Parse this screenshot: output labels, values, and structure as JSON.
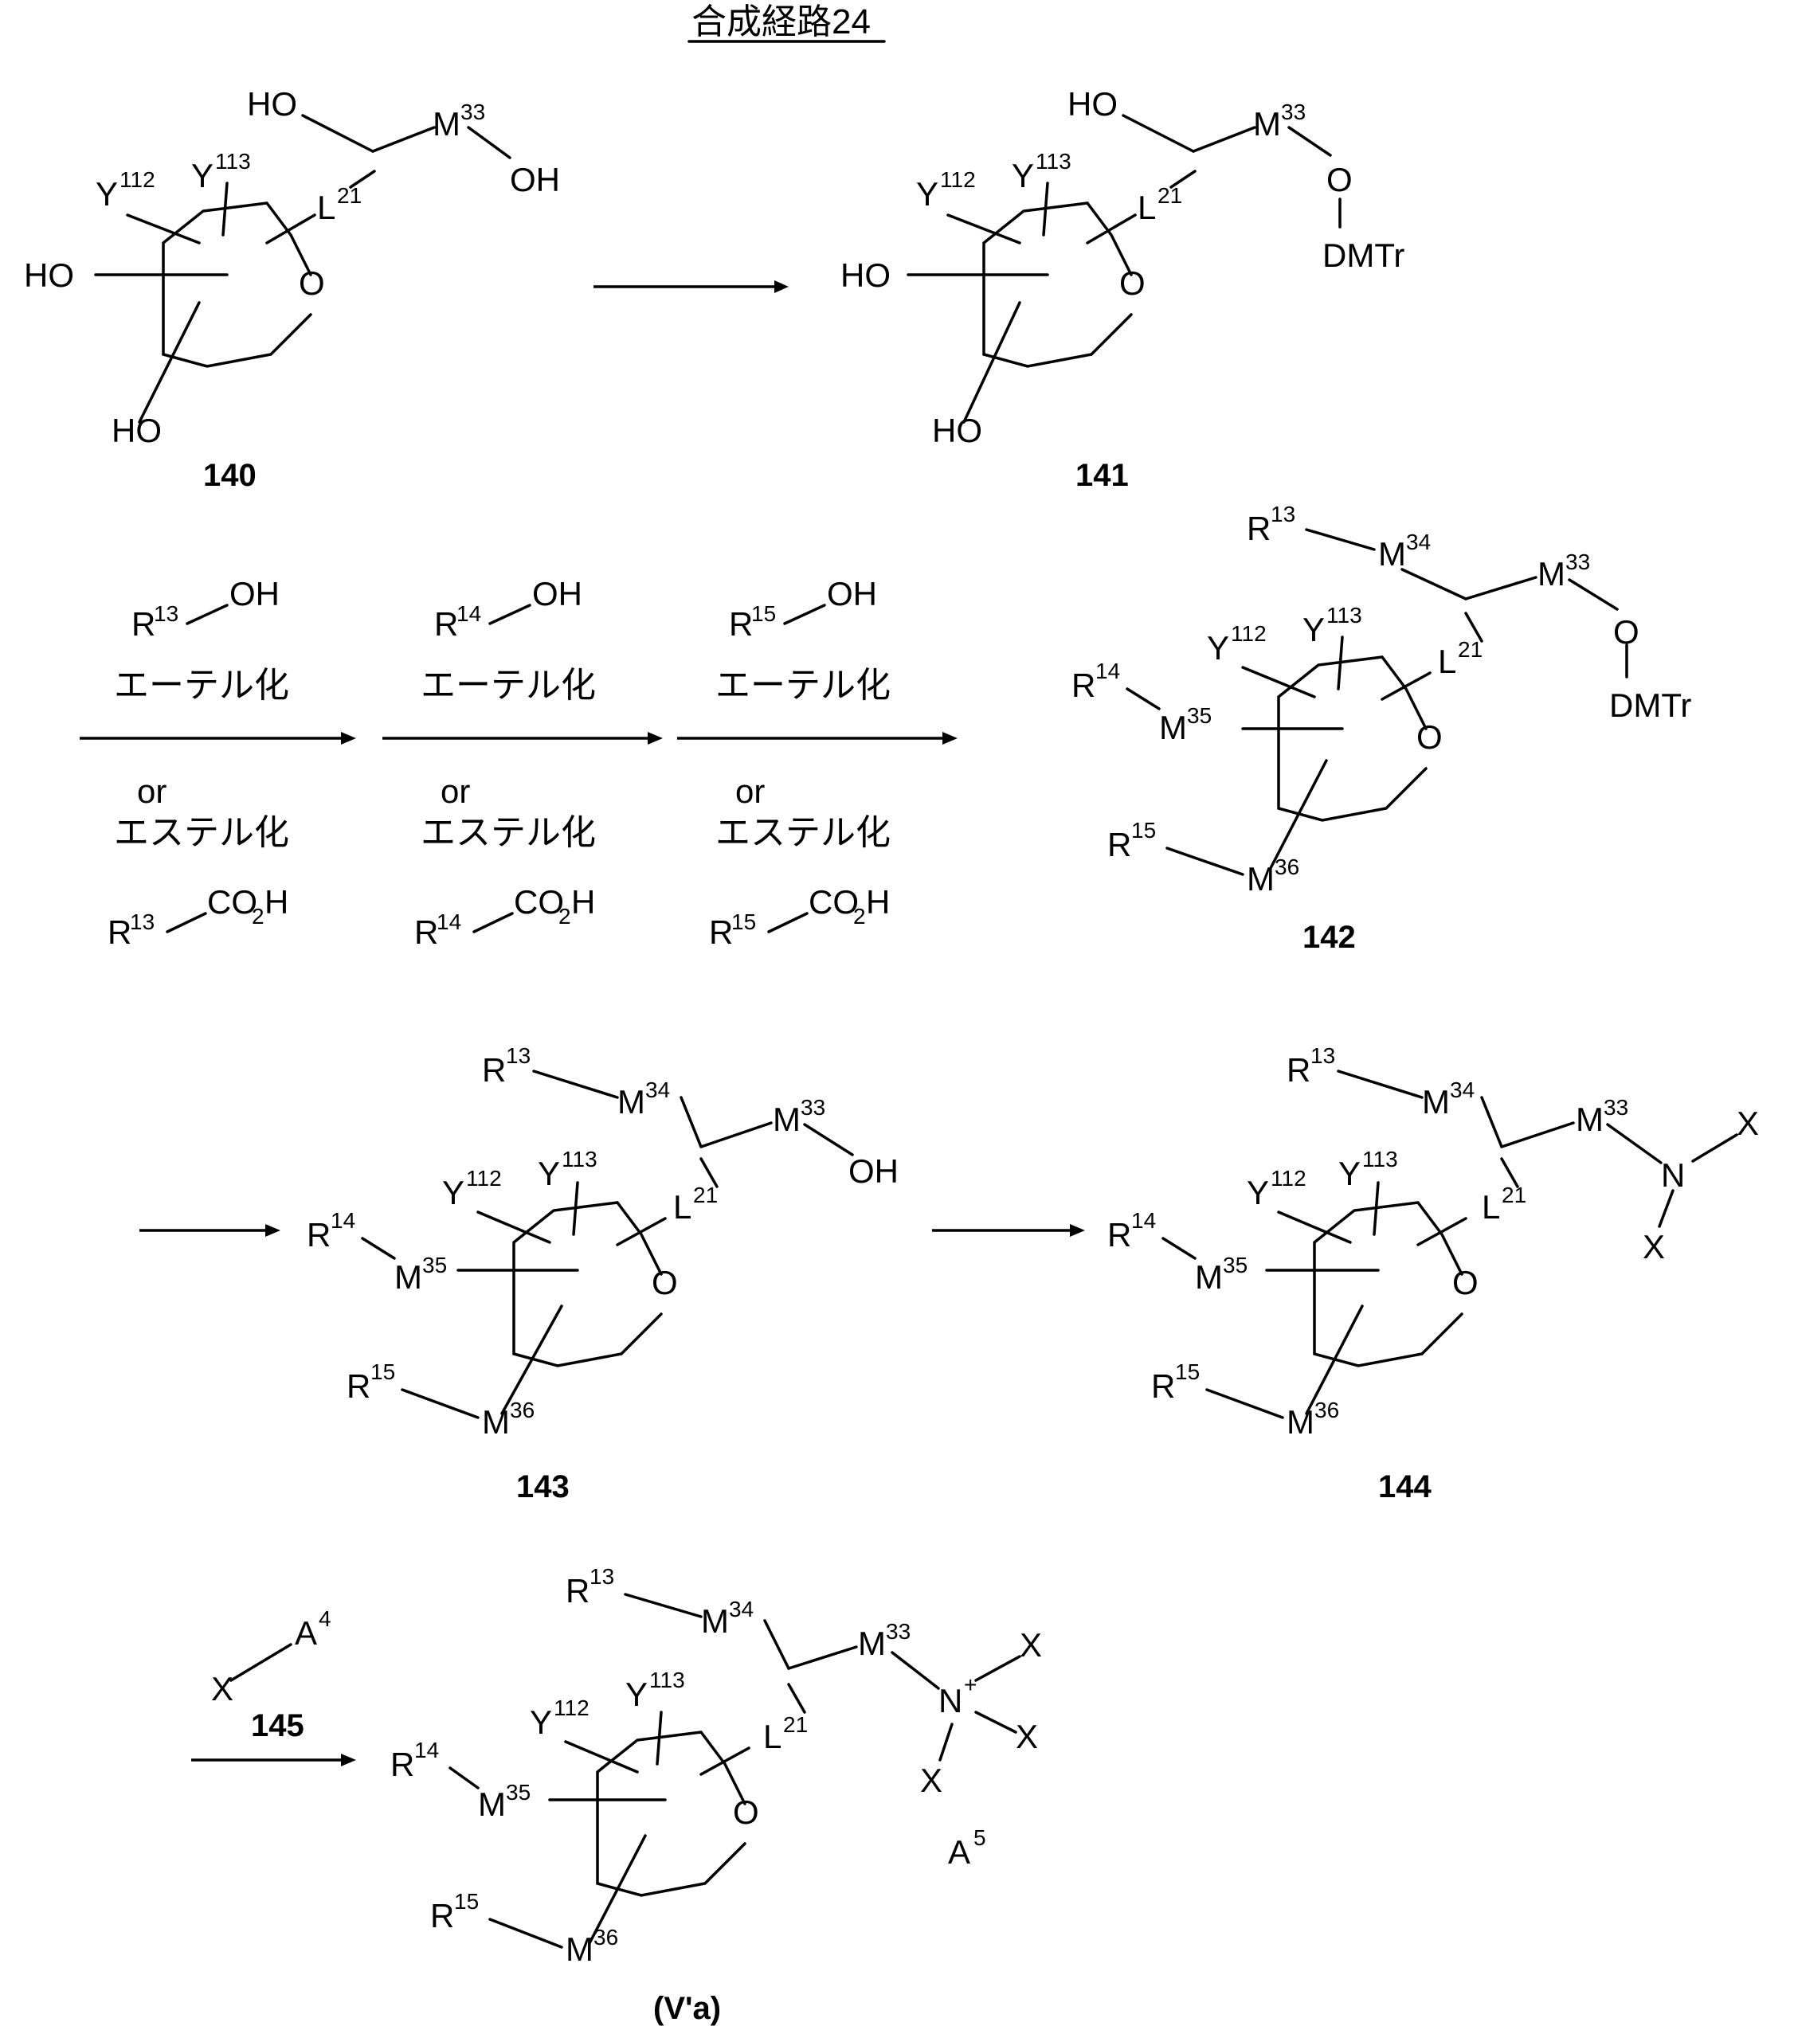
{
  "title": "合成経路24",
  "compounds": {
    "c140": {
      "number": "140"
    },
    "c141": {
      "number": "141"
    },
    "c142": {
      "number": "142"
    },
    "c143": {
      "number": "143"
    },
    "c144": {
      "number": "144"
    },
    "c145": {
      "number": "145"
    },
    "cV": {
      "number": "(V'a)"
    }
  },
  "labels": {
    "HO": "HO",
    "OH": "OH",
    "O": "O",
    "N": "N",
    "X": "X",
    "DMTr": "DMTr",
    "Y": "Y",
    "M": "M",
    "L": "L",
    "R": "R",
    "A": "A",
    "CO": "CO",
    "H": "H"
  },
  "superscripts": {
    "y112": "112",
    "y113": "113",
    "l21": "21",
    "m33": "33",
    "m34": "34",
    "m35": "35",
    "m36": "36",
    "r13": "13",
    "r14": "14",
    "r15": "15",
    "a4": "4",
    "a5": "5",
    "two": "2",
    "plus": "+"
  },
  "conditions": {
    "etherification": "エーテル化",
    "or": "or",
    "esterification": "エステル化"
  }
}
